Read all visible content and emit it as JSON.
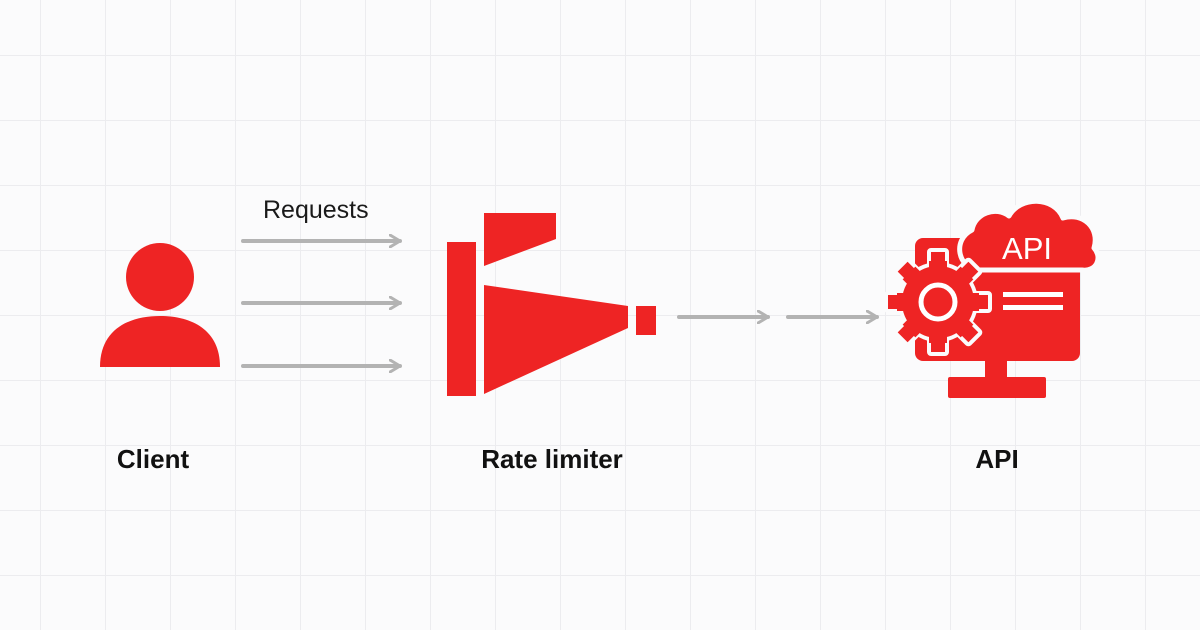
{
  "diagram": {
    "arrow_label": "Requests",
    "nodes": {
      "client": "Client",
      "rate_limiter": "Rate limiter",
      "api": "API"
    },
    "api_cloud_text": "API"
  },
  "colors": {
    "accent": "#ee2424",
    "arrow": "#b3b3b3",
    "text": "#111111",
    "background": "#fbfbfc",
    "grid": "#ececef"
  },
  "icons": {
    "client": "user-icon",
    "rate_limiter": "funnel-icon",
    "api": "api-server-icon"
  }
}
